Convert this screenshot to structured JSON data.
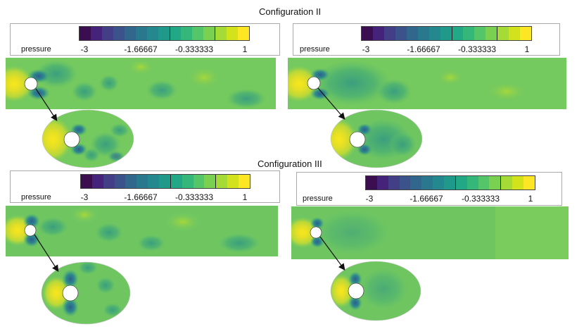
{
  "configurations": [
    {
      "title": "Configuration II"
    },
    {
      "title": "Configuration III"
    }
  ],
  "colorbar": {
    "label": "pressure",
    "ticks": [
      "-3",
      "-1.66667",
      "-0.333333",
      "1"
    ],
    "range": [
      -3,
      1.4
    ],
    "palette": [
      "#3b0f4f",
      "#46237a",
      "#433f86",
      "#3b528b",
      "#31668d",
      "#2a788e",
      "#23898e",
      "#1f9a8a",
      "#22a884",
      "#35b779",
      "#54c568",
      "#7ad151",
      "#a5db36",
      "#d2e21b",
      "#fde725"
    ]
  },
  "colors": {
    "field_base": "#74c95f",
    "field_mid": "#5fbf68",
    "field_dark": "#44ad74",
    "stagnation_high": "#f2e21a",
    "wake_low": "#2a6f8e"
  }
}
